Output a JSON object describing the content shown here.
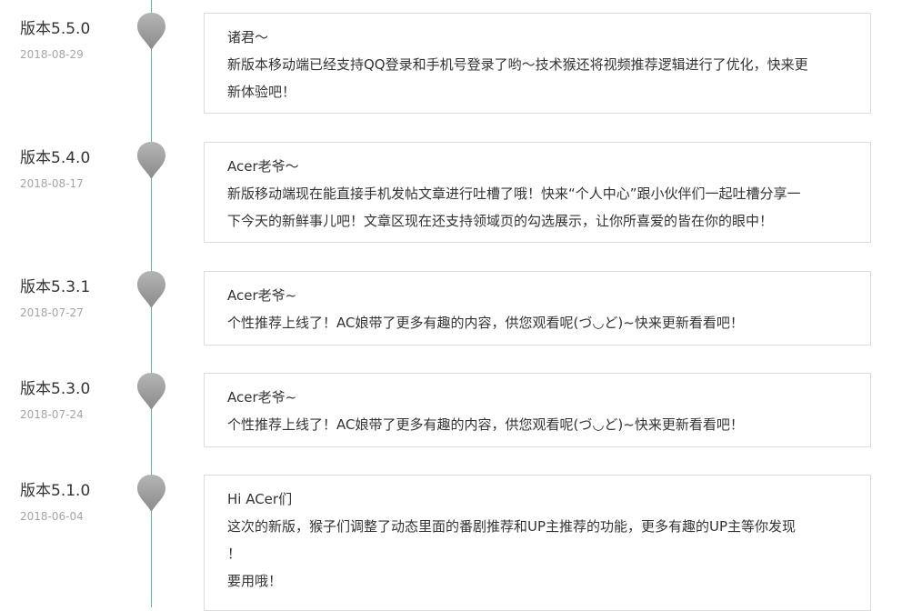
{
  "entries": [
    {
      "version": "版本5.5.0",
      "date": "2018-08-29",
      "lines": [
        "诸君～",
        "新版本移动端已经支持QQ登录和手机号登录了哟～技术猴还将视频推荐逻辑进行了优化，快来更",
        "新体验吧！"
      ]
    },
    {
      "version": "版本5.4.0",
      "date": "2018-08-17",
      "lines": [
        "Acer老爷～",
        "新版移动端现在能直接手机发帖文章进行吐槽了哦！快来“个人中心”跟小伙伴们一起吐槽分享一",
        "下今天的新鲜事儿吧！文章区现在还支持领域页的勾选展示，让你所喜爱的皆在你的眼中！"
      ]
    },
    {
      "version": "版本5.3.1",
      "date": "2018-07-27",
      "lines": [
        "Acer老爷~",
        "个性推荐上线了！AC娘带了更多有趣的内容，供您观看呢(づ◡ど)~快来更新看看吧！"
      ]
    },
    {
      "version": "版本5.3.0",
      "date": "2018-07-24",
      "lines": [
        "Acer老爷~",
        "个性推荐上线了！AC娘带了更多有趣的内容，供您观看呢(づ◡ど)~快来更新看看吧！"
      ]
    },
    {
      "version": "版本5.1.0",
      "date": "2018-06-04",
      "lines": [
        "Hi ACer们",
        "这次的新版，猴子们调整了动态里面的番剧推荐和UP主推荐的功能，更多有趣的UP主等你发现",
        "！",
        "要用哦！"
      ]
    }
  ]
}
